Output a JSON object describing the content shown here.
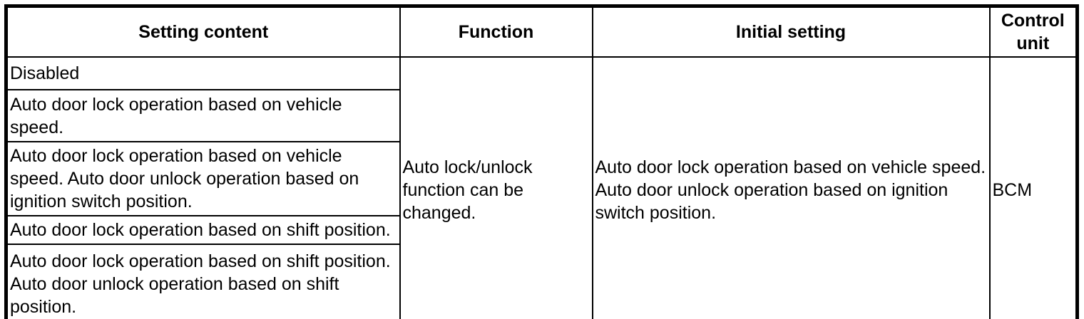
{
  "page": {
    "background_color": "#ffffff",
    "border_color": "#000000",
    "text_color": "#000000"
  },
  "table": {
    "columns": [
      "Setting content",
      "Function",
      "Initial setting",
      "Control unit"
    ],
    "setting_rows": [
      "Disabled",
      "Auto door lock operation based on vehicle speed.",
      "Auto door lock operation based on vehicle speed. Auto door unlock operation based on ignition switch position.",
      "Auto door lock operation based on shift position.",
      "Auto door lock operation based on shift position. Auto door unlock operation based on shift position."
    ],
    "function": "Auto lock/unlock function can be changed.",
    "initial_setting": "Auto door lock operation based on vehicle speed. Auto door unlock operation based on ignition switch position.",
    "control_unit": "BCM"
  }
}
